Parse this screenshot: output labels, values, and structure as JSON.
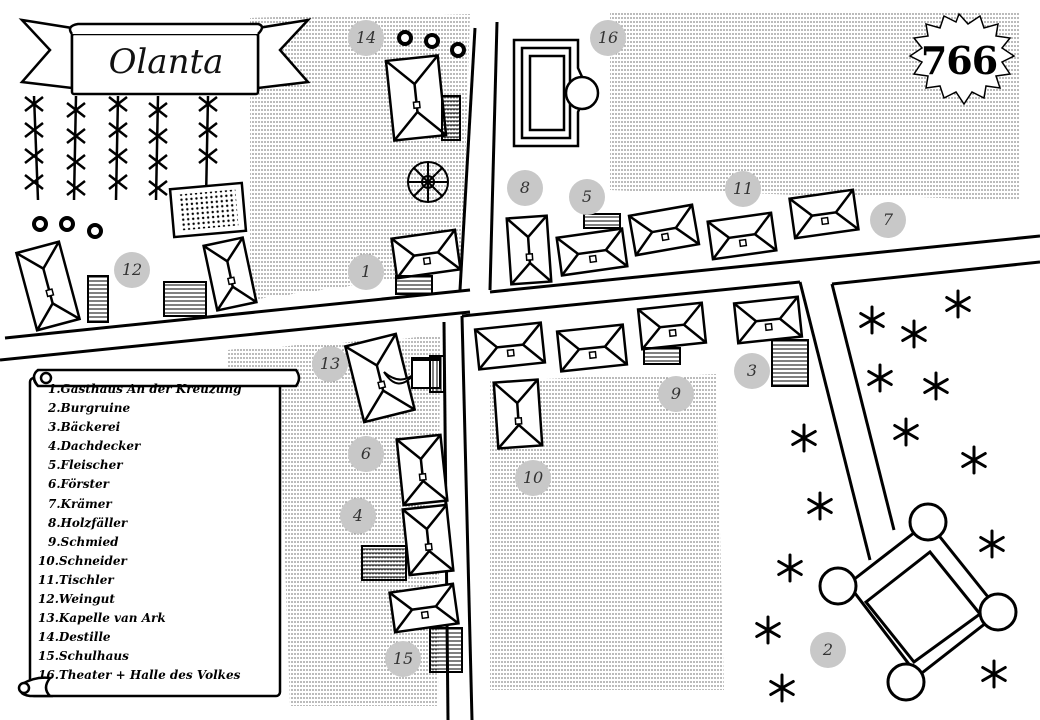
{
  "map": {
    "title": "Olanta",
    "year": "766"
  },
  "markers": [
    "1",
    "2",
    "3",
    "4",
    "5",
    "6",
    "7",
    "8",
    "9",
    "10",
    "11",
    "12",
    "13",
    "14",
    "15",
    "16"
  ],
  "legend": {
    "items": [
      "1.Gasthaus An der Kreuzung",
      "2.Burgruine",
      "3.Bäckerei",
      "4.Dachdecker",
      "5.Fleischer",
      "6.Förster",
      "7.Krämer",
      "8.Holzfäller",
      "9.Schmied",
      "10.Schneider",
      "11.Tischler",
      "12.Weingut",
      "13.Kapelle van Ark",
      "14.Destille",
      "15.Schulhaus",
      "16.Theater + Halle des Volkes"
    ]
  }
}
